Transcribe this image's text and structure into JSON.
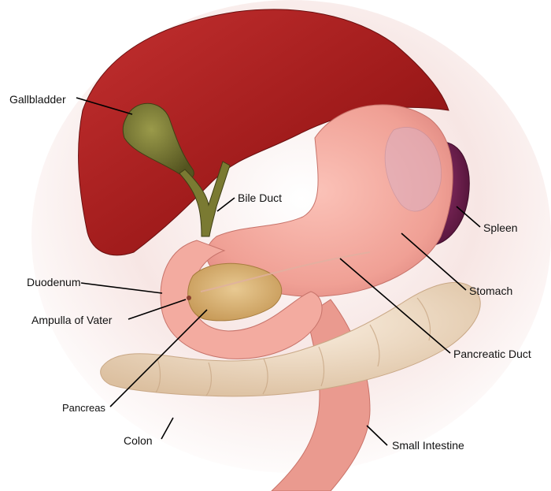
{
  "labels": {
    "gallbladder": "Gallbladder",
    "bile_duct": "Bile Duct",
    "spleen": "Spleen",
    "duodenum": "Duodenum",
    "stomach": "Stomach",
    "ampulla": "Ampulla of Vater",
    "pancreatic_duct": "Pancreatic Duct",
    "pancreas": "Pancreas",
    "colon": "Colon",
    "small_intestine": "Small Intestine"
  },
  "colors": {
    "liver": "#9e1a1a",
    "liver_highlight": "#c73434",
    "gallbladder": "#6b6b2a",
    "stomach": "#f2a8a0",
    "stomach_shadow": "#d9837c",
    "spleen": "#6a1d4a",
    "pancreas": "#d8b173",
    "colon": "#efd8c0",
    "small_intestine": "#ec9a8f",
    "leader": "#000000"
  }
}
